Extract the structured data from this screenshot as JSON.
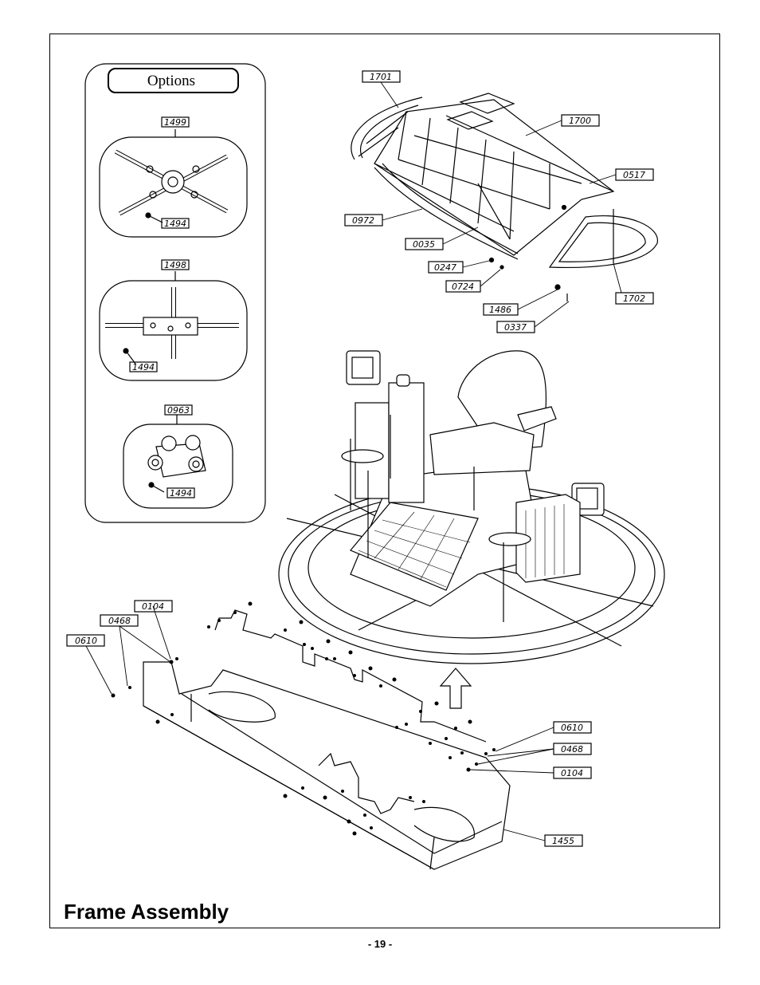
{
  "options_title": "Options",
  "frame_title": "Frame Assembly",
  "page_number": "- 19 -",
  "callouts": {
    "c1701": "1701",
    "c1700": "1700",
    "c0517": "0517",
    "c0972": "0972",
    "c0035": "0035",
    "c0247": "0247",
    "c0724": "0724",
    "c1486": "1486",
    "c0337": "0337",
    "c1702": "1702",
    "c1499": "1499",
    "c1494a": "1494",
    "c1498": "1498",
    "c1494b": "1494",
    "c0963": "0963",
    "c1494c": "1494",
    "c0104a": "0104",
    "c0468a": "0468",
    "c0610a": "0610",
    "c0610b": "0610",
    "c0468b": "0468",
    "c0104b": "0104",
    "c1455": "1455"
  }
}
